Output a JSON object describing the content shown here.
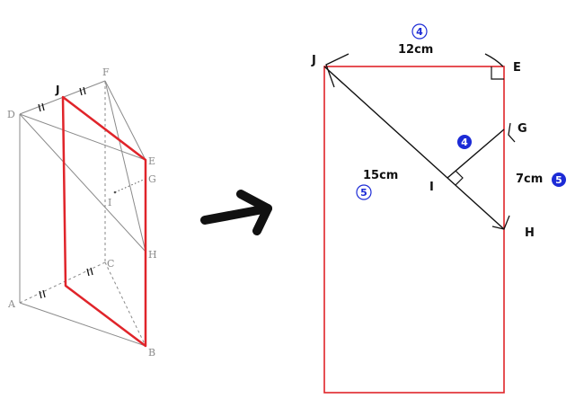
{
  "prism_labels": {
    "J": "J",
    "F": "F",
    "D": "D",
    "E": "E",
    "G": "G",
    "I": "I",
    "H": "H",
    "C": "C",
    "A": "A",
    "B": "B"
  },
  "rect_labels": {
    "J": "J",
    "E": "E",
    "G": "G",
    "I": "I",
    "H": "H"
  },
  "measures": {
    "top": "12cm",
    "left": "15cm",
    "right": "7cm"
  },
  "ratios": {
    "top": "4",
    "left": "5",
    "perp": "4",
    "right": "5"
  },
  "colors": {
    "red": "#e0242a",
    "gray": "#8a8a8a",
    "blue": "#1c2bd6",
    "black": "#111111"
  }
}
